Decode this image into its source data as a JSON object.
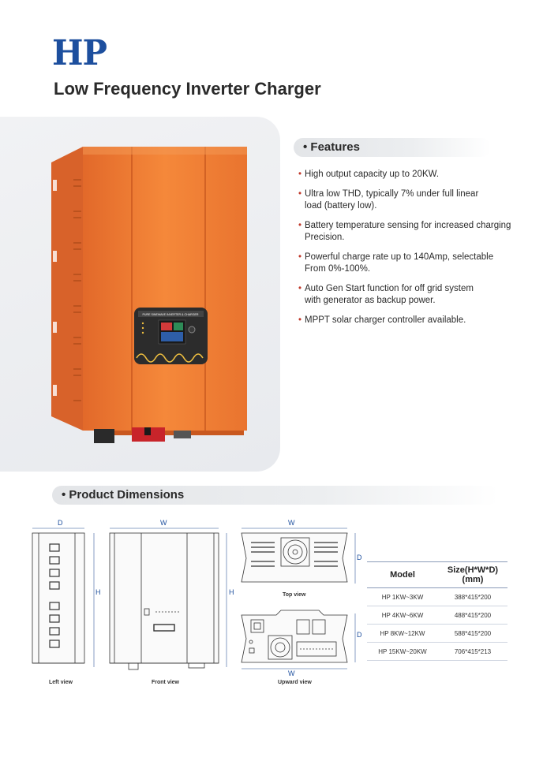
{
  "brand": "HP",
  "title": "Low Frequency Inverter Charger",
  "features": {
    "heading": "• Features",
    "items": [
      "High output capacity up to 20KW.",
      "Ultra low THD, typically 7% under full linear\nload (battery low).",
      "Battery temperature sensing for increased charging\nPrecision.",
      "Powerful charge rate up to 140Amp, selectable\nFrom 0%-100%.",
      "Auto Gen Start function for off grid system\nwith generator as backup power.",
      "MPPT solar charger controller available."
    ]
  },
  "product_panel_text": "PURE SINEWAVE INVERTER & CHARGER",
  "dimensions": {
    "heading": "• Product Dimensions",
    "labels": {
      "d": "D",
      "w": "W",
      "h": "H"
    },
    "views": {
      "left": "Left view",
      "front": "Front view",
      "top": "Top view",
      "upward": "Upward view"
    }
  },
  "spec_table": {
    "headers": [
      "Model",
      "Size(H*W*D)(mm)"
    ],
    "rows": [
      [
        "HP 1KW~3KW",
        "388*415*200"
      ],
      [
        "HP 4KW~6KW",
        "488*415*200"
      ],
      [
        "HP 8KW~12KW",
        "588*415*200"
      ],
      [
        "HP 15KW~20KW",
        "706*415*213"
      ]
    ]
  },
  "colors": {
    "brand_blue": "#1d4f9e",
    "product_orange": "#f07d2e",
    "bullet_red": "#c0392b"
  }
}
